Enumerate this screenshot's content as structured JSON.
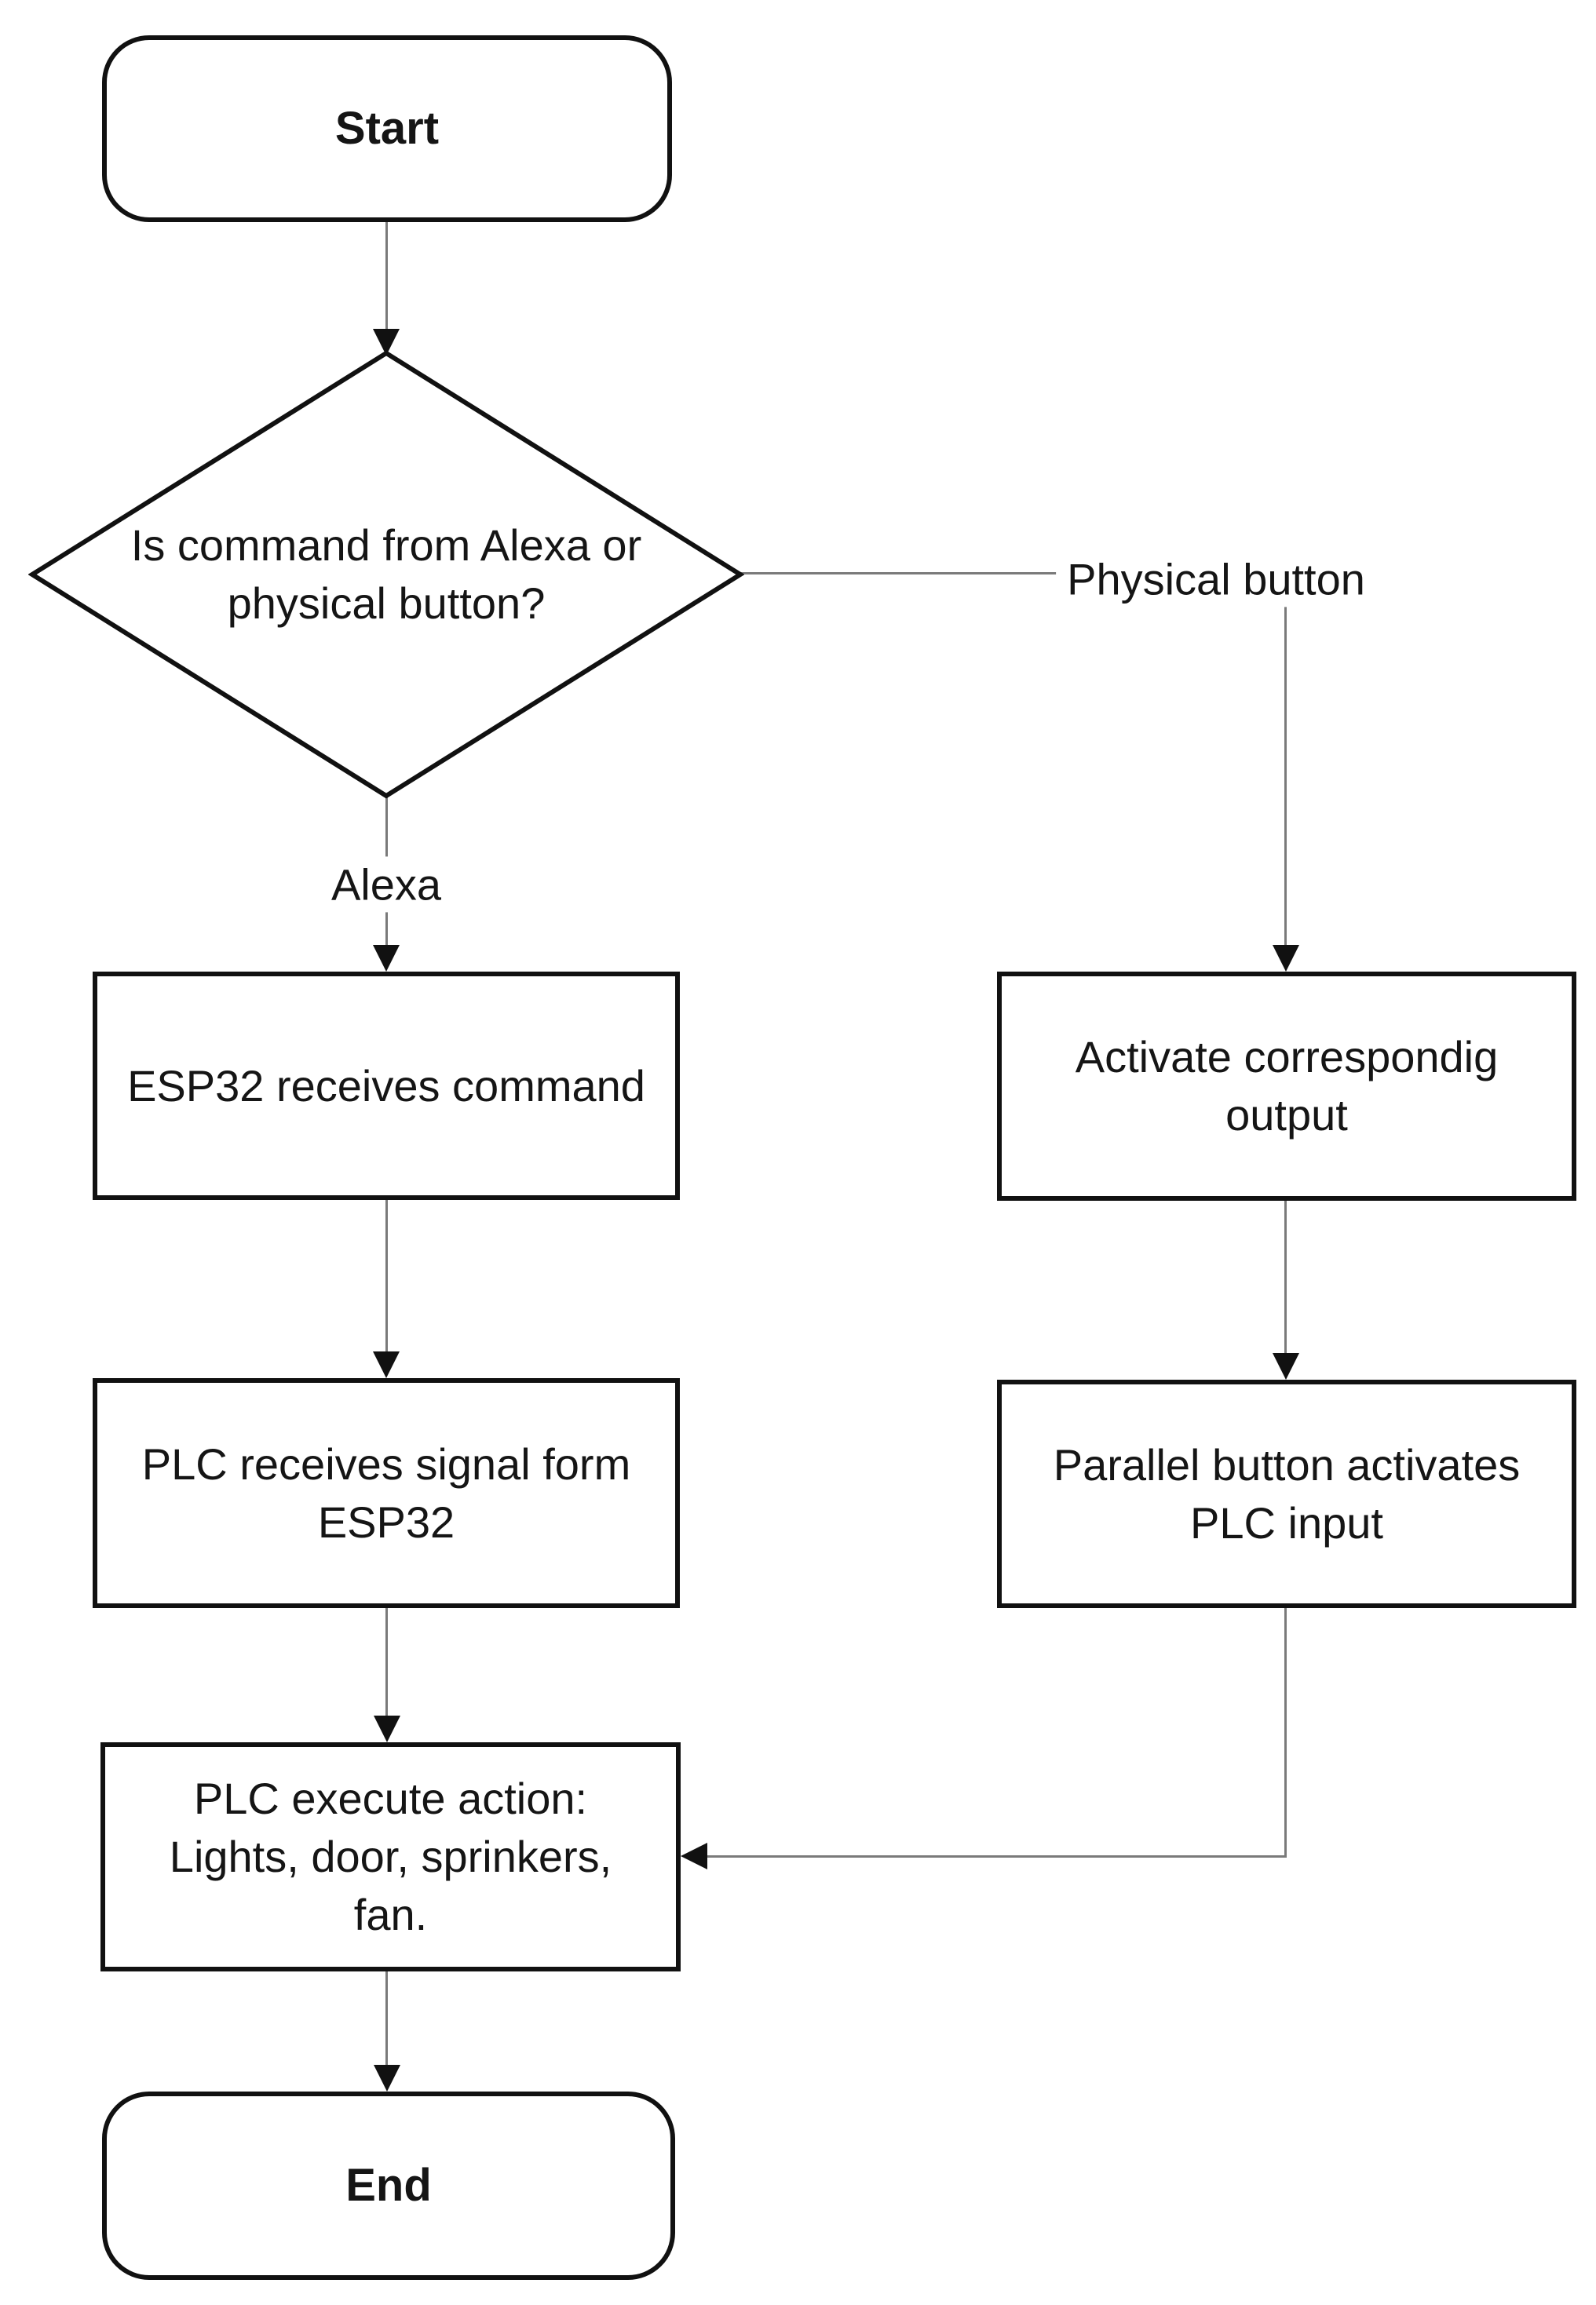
{
  "colors": {
    "background": "#ffffff",
    "shape_fill": "#ffffff",
    "shape_border": "#111111",
    "connector": "#7a7a7a",
    "arrowhead": "#111111",
    "text": "#151515"
  },
  "nodes": {
    "start": {
      "type": "terminator",
      "label": "Start"
    },
    "decision": {
      "type": "decision",
      "label": "Is command from Alexa or\nphysical button?"
    },
    "esp32": {
      "type": "process",
      "label": "ESP32 receives command"
    },
    "activate": {
      "type": "process",
      "label": "Activate correspondig\noutput"
    },
    "plc_receives": {
      "type": "process",
      "label": "PLC receives signal form\nESP32"
    },
    "parallel": {
      "type": "process",
      "label": "Parallel button activates\nPLC input"
    },
    "plc_execute": {
      "type": "process",
      "label": "PLC execute action:\nLights, door, sprinkers,\nfan."
    },
    "end": {
      "type": "terminator",
      "label": "End"
    }
  },
  "edge_labels": {
    "alexa": "Alexa",
    "physical_button": "Physical button"
  }
}
